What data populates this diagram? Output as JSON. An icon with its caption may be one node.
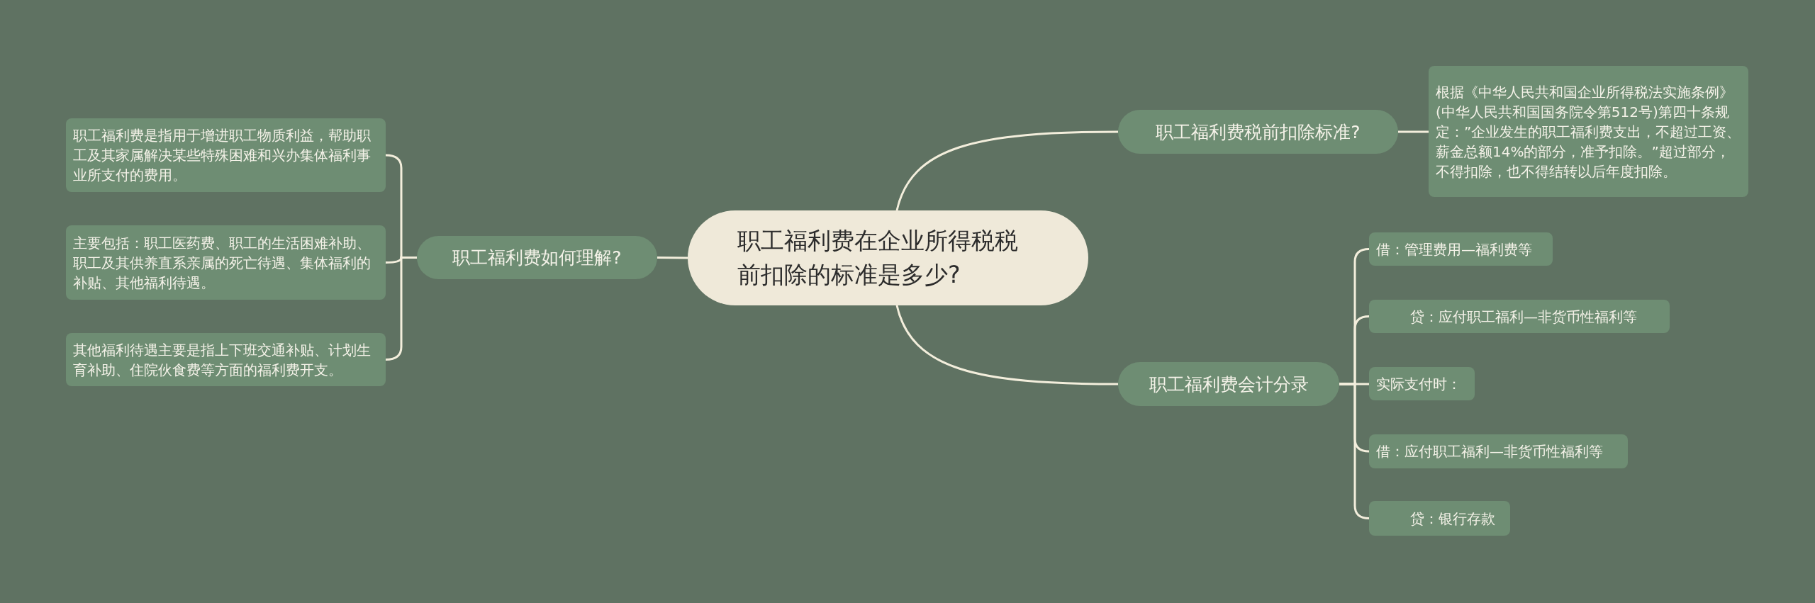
{
  "diagram": {
    "nodes": [
      {
        "text": [
          "职工福利费在企业所得税税前扣除的标准是多少?"
        ]
      },
      {
        "text": [
          "职工福利费如何理解?"
        ]
      },
      {
        "text": [
          "职工福利费是指用于增进职工物质利益，帮助职工及其家属解决某些特殊困难和兴办集体福利事业所支付的费用。"
        ]
      },
      {
        "text": [
          "主要包括：职工医药费、职工的生活困难补助、职工及其供养直系亲属的死亡待遇、集体福利的补贴、其他福利待遇。"
        ]
      },
      {
        "text": [
          "其他福利待遇主要是指上下班交通补贴、计划生育补助、住院伙食费等方面的福利费开支。"
        ]
      },
      {
        "text": [
          "职工福利费税前扣除标准?"
        ]
      },
      {
        "text": [
          "根据《中华人民共和国企业所得税法实施条例》(中华人民共和国国务院令第512号)第四十条规定：”企业发生的职工福利费支出，不超过工资、薪金总额14%的部分，准予扣除。”超过部分，不得扣除，也不得结转以后年度扣除。"
        ]
      },
      {
        "text": [
          "职工福利费会计分录"
        ]
      },
      {
        "text": [
          "借：管理费用—福利费等"
        ]
      },
      {
        "text": [
          "贷：应付职工福利—非货币性福利等"
        ]
      },
      {
        "text": [
          "实际支付时："
        ]
      },
      {
        "text": [
          "借：应付职工福利—非货币性福利等"
        ]
      },
      {
        "text": [
          "贷：银行存款"
        ]
      }
    ],
    "edges": [
      {
        "from": 0,
        "to": 1,
        "arrow": "none"
      },
      {
        "from": 1,
        "to": 2,
        "arrow": "none"
      },
      {
        "from": 1,
        "to": 3,
        "arrow": "none"
      },
      {
        "from": 1,
        "to": 4,
        "arrow": "none"
      },
      {
        "from": 0,
        "to": 5,
        "arrow": "none"
      },
      {
        "from": 5,
        "to": 6,
        "arrow": "none"
      },
      {
        "from": 0,
        "to": 7,
        "arrow": "none"
      },
      {
        "from": 7,
        "to": 8,
        "arrow": "none"
      },
      {
        "from": 7,
        "to": 9,
        "arrow": "none"
      },
      {
        "from": 7,
        "to": 10,
        "arrow": "none"
      },
      {
        "from": 7,
        "to": 11,
        "arrow": "none"
      },
      {
        "from": 7,
        "to": 12,
        "arrow": "none"
      }
    ]
  }
}
